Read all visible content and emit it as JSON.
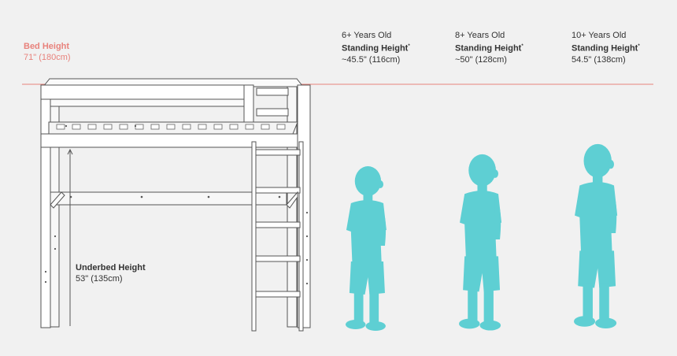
{
  "bed_height": {
    "title": "Bed Height",
    "value": "71\" (180cm)",
    "line_color": "#e8827c"
  },
  "underbed": {
    "title": "Underbed Height",
    "value": "53\" (135cm)"
  },
  "kids": [
    {
      "age": "6+ Years Old",
      "title": "Standing Height",
      "note_mark": "*",
      "value": "~45.5\" (116cm)"
    },
    {
      "age": "8+ Years Old",
      "title": "Standing Height",
      "note_mark": "*",
      "value": "~50\" (128cm)"
    },
    {
      "age": "10+ Years Old",
      "title": "Standing Height",
      "note_mark": "*",
      "value": "54.5\" (138cm)"
    }
  ],
  "colors": {
    "background": "#f1f1f1",
    "silhouette": "#5ecfd3",
    "bed_line": "#555555",
    "bed_fill": "#ffffff"
  },
  "icons": {
    "bed": "loft-bed-illustration",
    "child": "child-silhouette"
  }
}
